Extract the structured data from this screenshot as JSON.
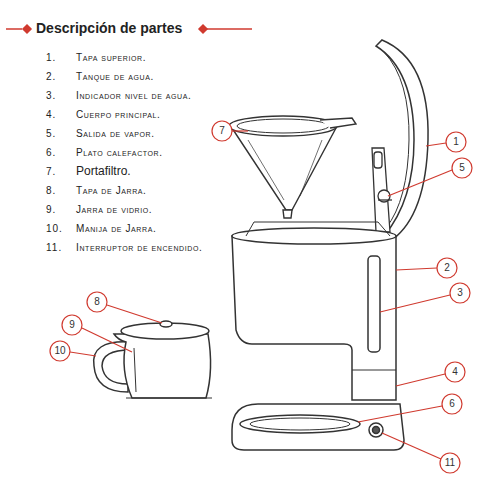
{
  "diagram": {
    "title": "Descripción de partes",
    "labels": [
      "1.",
      "Tapa superior.",
      "2.",
      "Tanque de agua.",
      "3.",
      "Indicador nivel de agua.",
      "4.",
      "Cuerpo principal.",
      "5.",
      "Salida de vapor.",
      "6.",
      "Plato calefactor.",
      "7.",
      "Portafiltro.",
      "8.",
      "Tapa de Jarra.",
      "9.",
      "Jarra de vidrio.",
      "10.",
      "Manija de Jarra.",
      "11.",
      "Interruptor de encendido.",
      "7",
      "1",
      "5",
      "2",
      "3",
      "8",
      "9",
      "10",
      "4",
      "6",
      "11"
    ]
  }
}
